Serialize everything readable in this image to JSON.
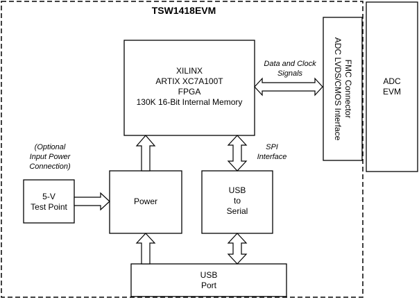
{
  "board_title": "TSW1418EVM",
  "blocks": {
    "fpga": [
      "XILINX",
      "ARTIX XC7A100T",
      "FPGA",
      "130K 16-Bit Internal Memory"
    ],
    "test_point": [
      "5-V",
      "Test Point"
    ],
    "power": [
      "Power"
    ],
    "usb_serial": [
      "USB",
      "to",
      "Serial"
    ],
    "usb_port": [
      "USB",
      "Port"
    ],
    "fmc": [
      "FMC Connector",
      "ADC LVDS/CMOS Interface"
    ],
    "adc_evm": [
      "ADC",
      "EVM"
    ]
  },
  "annotations": {
    "data_clock": [
      "Data and Clock",
      "Signals"
    ],
    "spi": [
      "SPI",
      "Interface"
    ],
    "optional_power": [
      "(Optional",
      "Input Power",
      "Connection)"
    ]
  },
  "colors": {
    "stroke": "#000000",
    "background": "#ffffff"
  }
}
